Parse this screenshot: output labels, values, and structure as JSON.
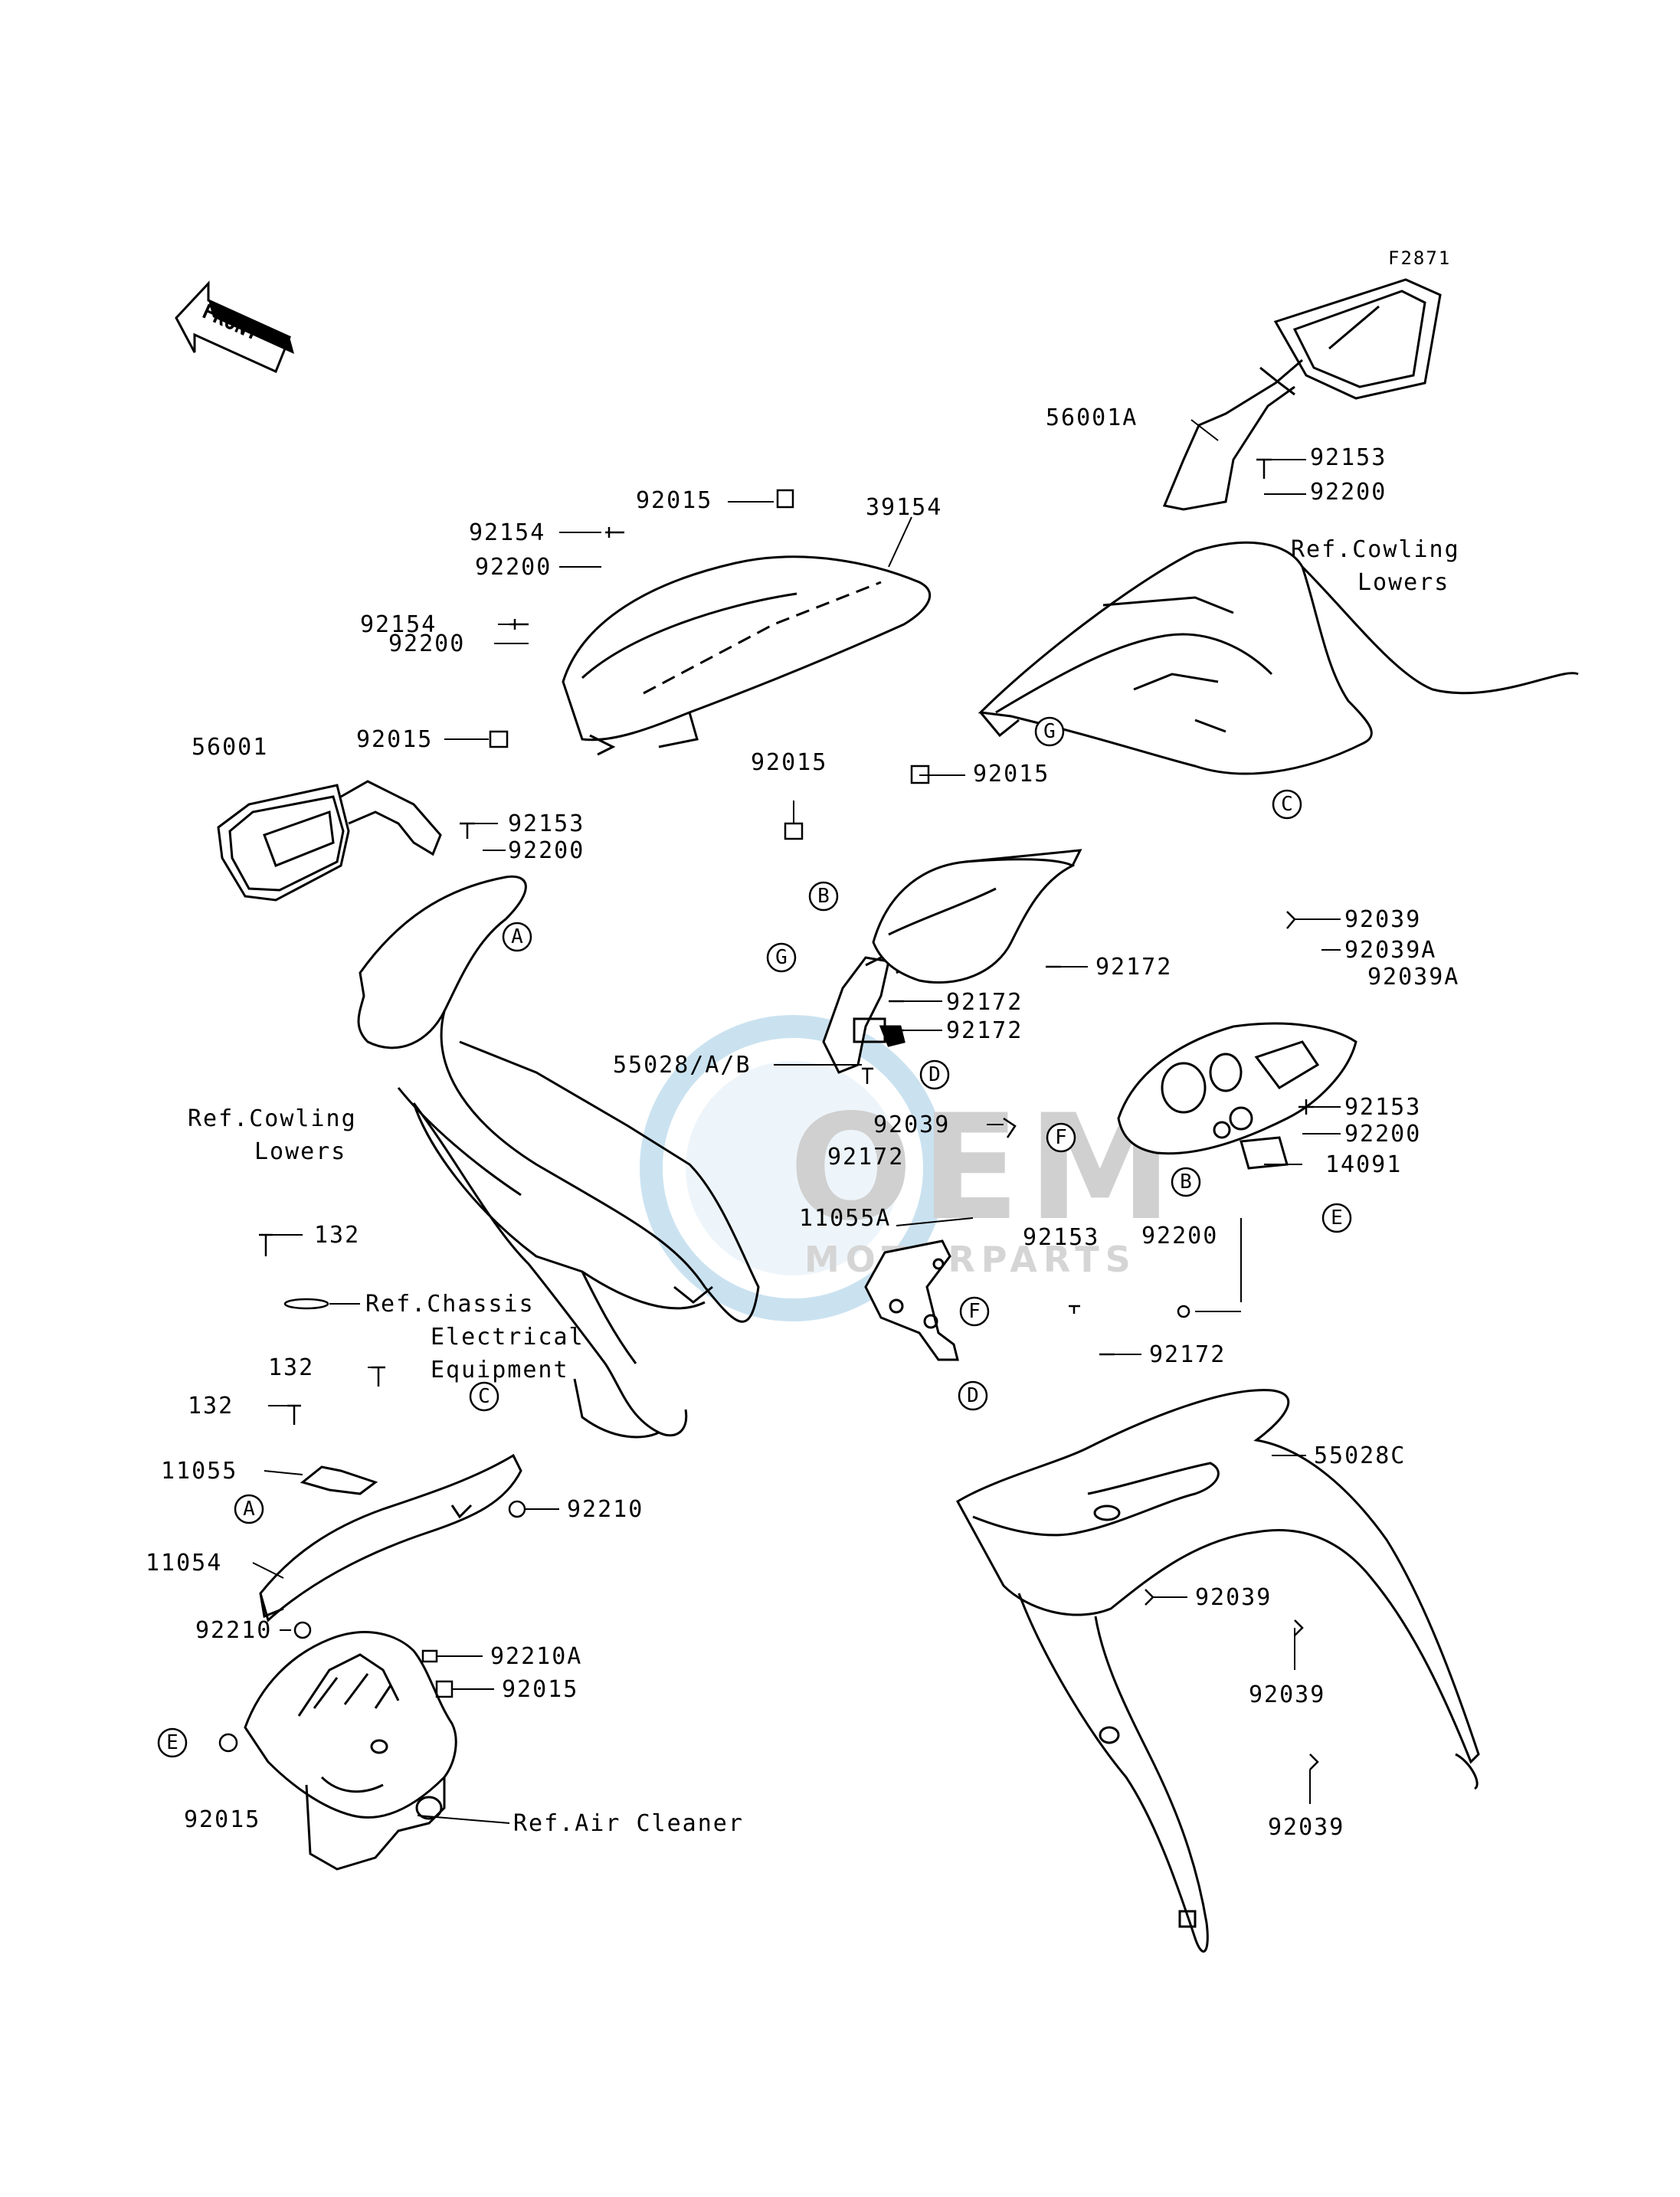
{
  "figure_id": "F2871",
  "front_label": "FRONT",
  "watermark": {
    "main": "OEM",
    "sub": "MOTORPARTS"
  },
  "part_labels": {
    "p56001A": "56001A",
    "p92153_tr": "92153",
    "p92200_tr": "92200",
    "p92015_top": "92015",
    "p39154": "39154",
    "p92154_a": "92154",
    "p92200_a": "92200",
    "p92154_b": "92154",
    "p92200_b": "92200",
    "p92015_l": "92015",
    "p56001": "56001",
    "p92153_l": "92153",
    "p92200_l": "92200",
    "p92015_m": "92015",
    "p92015_r": "92015",
    "p92172_a": "92172",
    "p92172_b": "92172",
    "p92172_c": "92172",
    "p55028AB": "55028/A/B",
    "p92039_m": "92039",
    "p92172_d": "92172",
    "p92039_r": "92039",
    "p92039A_a": "92039A",
    "p92039A_b": "92039A",
    "p92153_r": "92153",
    "p92200_r": "92200",
    "p14091": "14091",
    "p11055A": "11055A",
    "p92153_b": "92153",
    "p92200_bt": "92200",
    "p132_a": "132",
    "p132_b": "132",
    "p132_c": "132",
    "p11055": "11055",
    "p11054": "11054",
    "p92210_a": "92210",
    "p92210_b": "92210",
    "p92210A": "92210A",
    "p92015_lb": "92015",
    "p92015_e": "92015",
    "p92172_e": "92172",
    "p55028C": "55028C",
    "p92039_c": "92039",
    "p92039_d": "92039",
    "p92039_e": "92039"
  },
  "references": {
    "cowling_lowers_tr_1": "Ref.Cowling",
    "cowling_lowers_tr_2": "Lowers",
    "cowling_lowers_l_1": "Ref.Cowling",
    "cowling_lowers_l_2": "Lowers",
    "chassis_1": "Ref.Chassis",
    "chassis_2": "Electrical",
    "chassis_3": "Equipment",
    "air_cleaner": "Ref.Air Cleaner"
  },
  "callouts": {
    "a1": "A",
    "a2": "A",
    "b1": "B",
    "b2": "B",
    "c1": "C",
    "c2": "C",
    "d1": "D",
    "d2": "D",
    "e1": "E",
    "e2": "E",
    "f1": "F",
    "f2": "F",
    "g1": "G",
    "g2": "G"
  }
}
